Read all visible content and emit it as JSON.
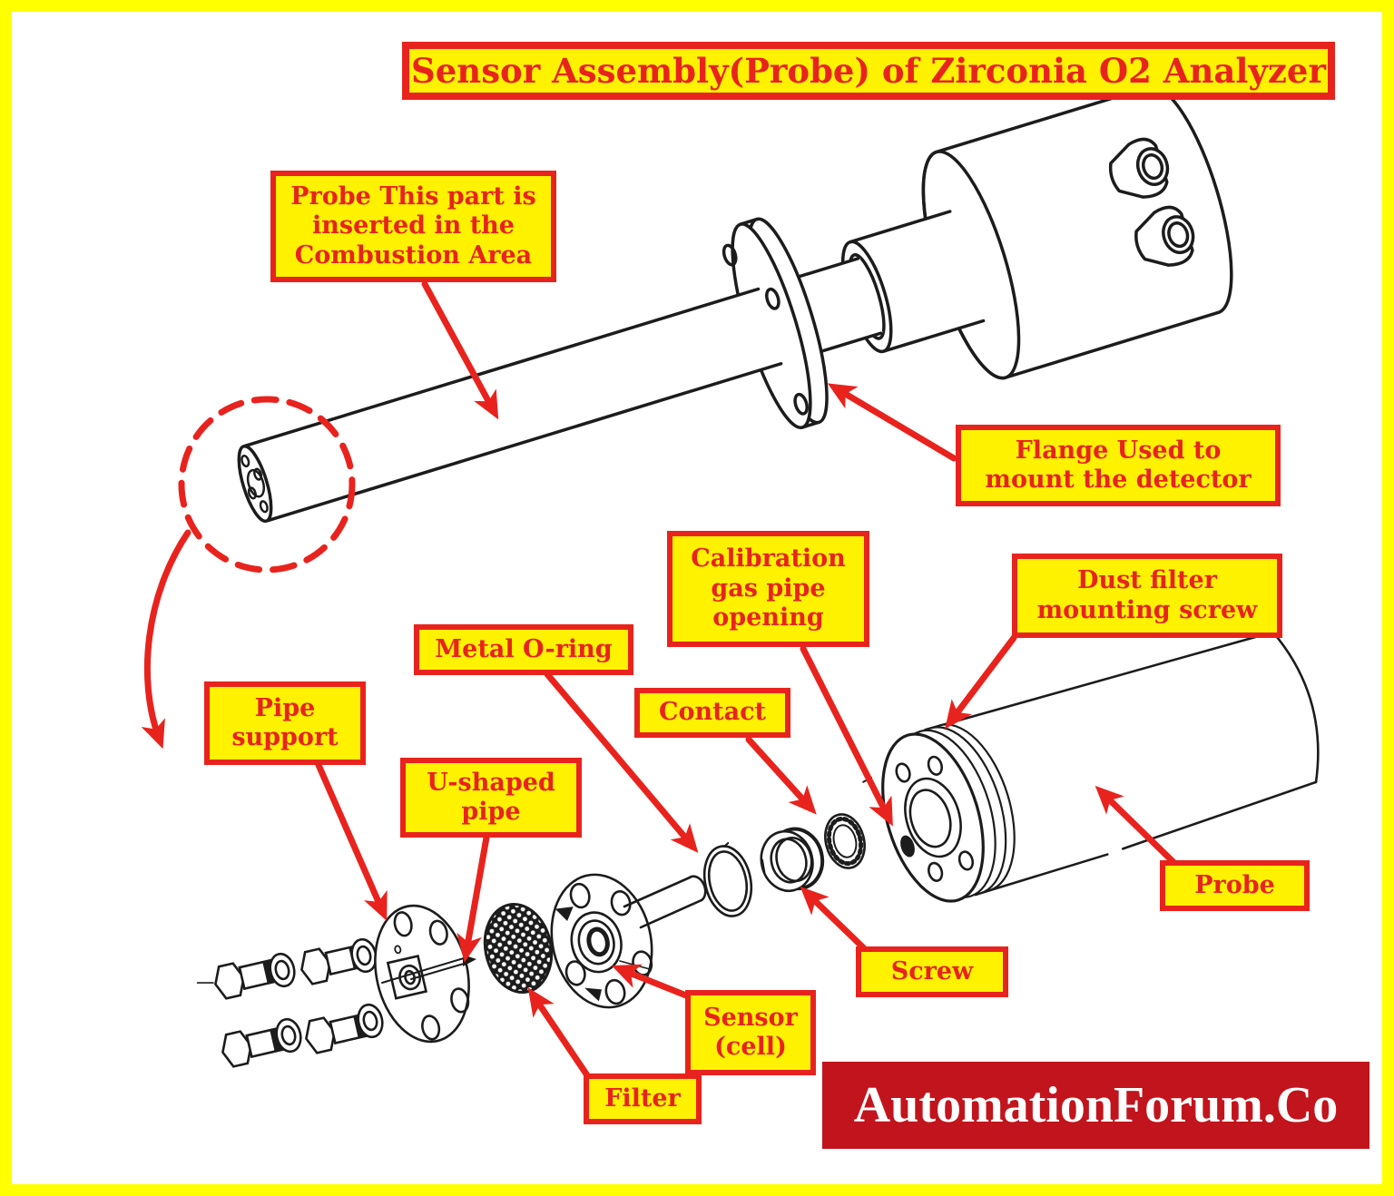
{
  "title": "Sensor Assembly(Probe) of Zirconia O2 Analyzer",
  "callouts": {
    "probe_combustion": "Probe This part is\ninserted in the\nCombustion Area",
    "flange": "Flange Used to\nmount the detector",
    "calibration": "Calibration\ngas pipe\nopening",
    "dust_filter": "Dust filter\nmounting screw",
    "metal_oring": "Metal O-ring",
    "contact": "Contact",
    "pipe_support": "Pipe\nsupport",
    "u_shaped_pipe": "U-shaped\npipe",
    "probe": "Probe",
    "screw": "Screw",
    "sensor_cell": "Sensor\n(cell)",
    "filter": "Filter"
  },
  "logo": {
    "text": "AutomationForum.Co"
  },
  "colors": {
    "outer_border": "#ffff00",
    "callout_background": "#fff200",
    "callout_border": "#e8231e",
    "callout_text": "#e8231e",
    "arrow_red": "#e8231e",
    "logo_background": "#c2141c",
    "logo_text": "#ffffff",
    "line_art": "#1c1c1c"
  }
}
